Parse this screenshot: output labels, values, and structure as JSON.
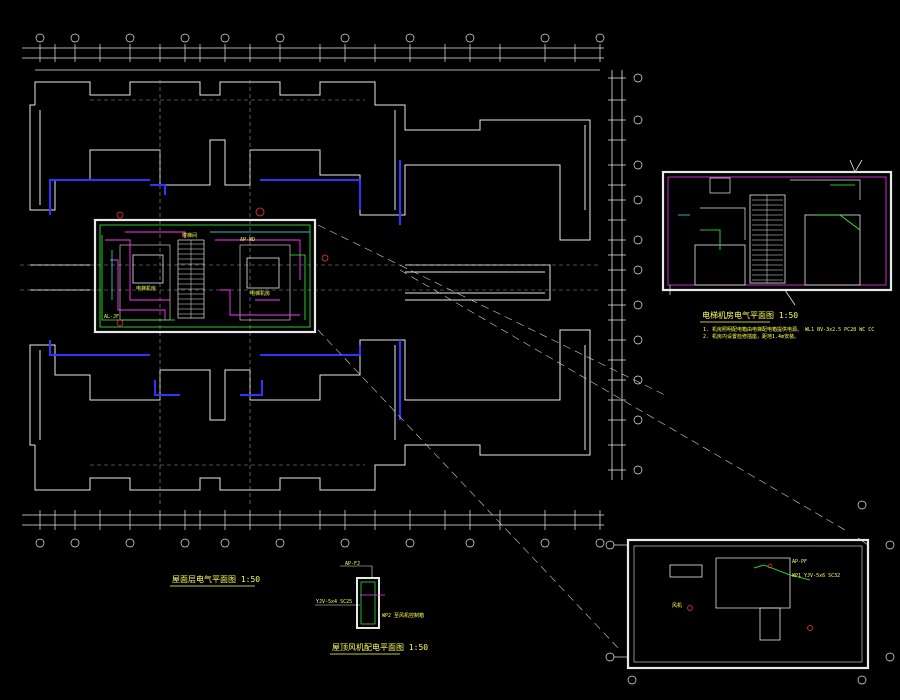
{
  "titles": {
    "main_plan": "屋面层电气平面图    1:50",
    "detail_plan": "电梯机房电气平面图    1:50",
    "small_detail": "屋顶风机配电平面图    1:50"
  },
  "scales": {
    "main": "1:50",
    "detail": "1:50"
  },
  "notes": {
    "detail_note_1": "1. 机房照明配电箱由电梯配电箱提供电源。  WL1 BV-3x2.5 PC20 WC CC",
    "detail_note_2": "2. 机房内设置检修插座，距地1.4m安装。"
  },
  "labels": {
    "stair_main": "楼梯间",
    "lift_a": "电梯机房",
    "lift_b": "电梯机房",
    "box_ap": "AP-WD",
    "box_al": "AL-JF",
    "roof_fan": "风机",
    "roof_box": "AP-PF",
    "roof_note": "WP1 YJV-5x6 SC32",
    "small_box": "AP-FJ",
    "small_note_1": "YJV-5x4 SC25",
    "small_note_2": "WP2 至风机控制箱"
  },
  "colors": {
    "background": "#000000",
    "structure": "#e8e8e8",
    "axis": "#ffffff",
    "wiring_magenta": "#ff33ff",
    "wiring_green": "#33ff33",
    "wiring_cyan": "#33ffff",
    "wall_blue": "#3333ff",
    "text_yellow": "#ffff55",
    "dashed": "#aaaaaa",
    "red": "#ff3333"
  }
}
